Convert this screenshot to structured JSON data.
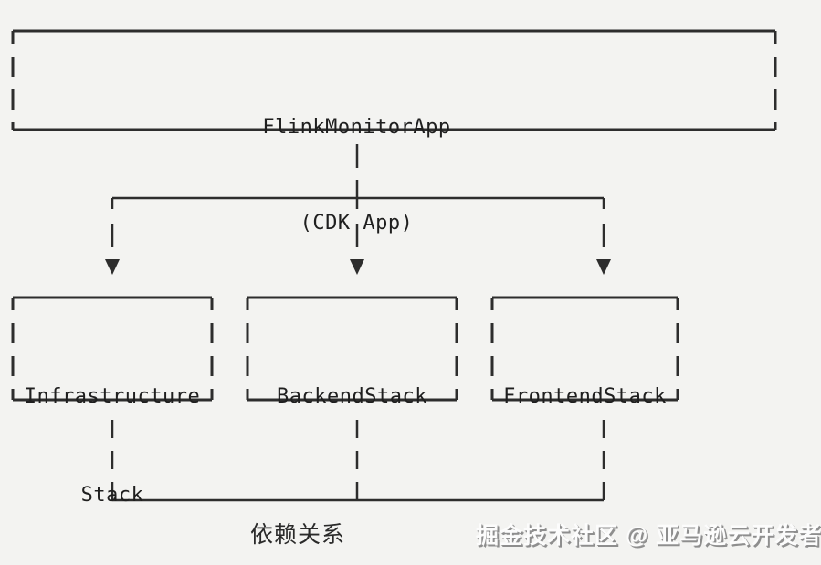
{
  "diagram": {
    "root_box": {
      "line1": "FlinkMonitorApp",
      "line2": "(CDK App)"
    },
    "child_boxes": [
      {
        "id": "infrastructure-stack",
        "line1": "Infrastructure",
        "line2": "Stack"
      },
      {
        "id": "backend-stack",
        "line1": "BackendStack",
        "line2": ""
      },
      {
        "id": "frontend-stack",
        "line1": "FrontendStack",
        "line2": ""
      }
    ],
    "caption": "依赖关系"
  },
  "watermark": {
    "text": "掘金技术社区 @ 亚马逊云开发者"
  },
  "colors": {
    "background": "#f3f3f1",
    "line": "#2d2d2d",
    "text": "#1f1f1f",
    "watermark_fill": "#fcfcfc",
    "watermark_shadow": "#8e8e8e"
  }
}
